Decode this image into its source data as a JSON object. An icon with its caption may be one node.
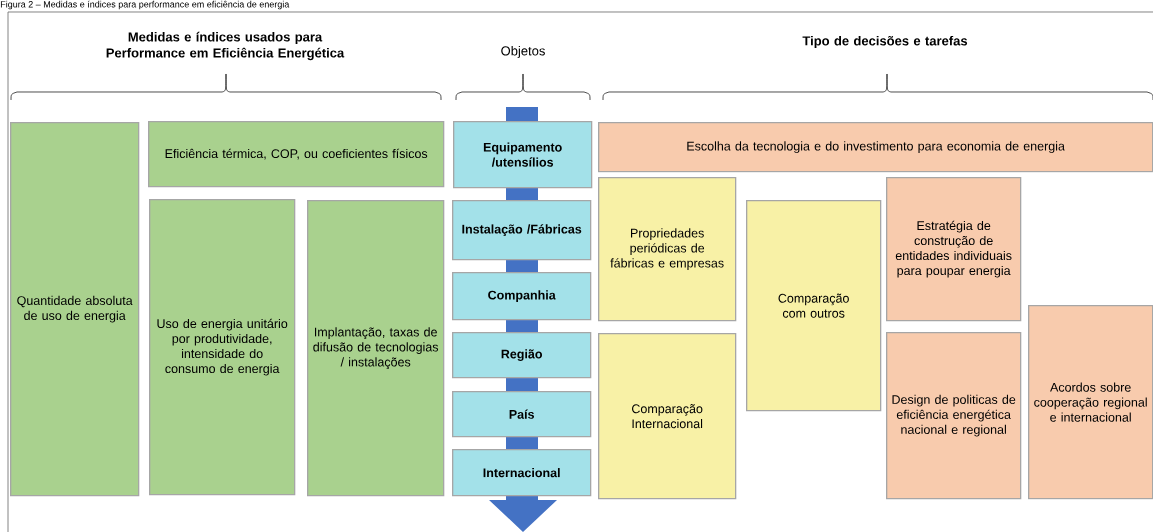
{
  "diagram": {
    "title": "Figura 2 – Medidas e índices para performance em eficiência de energia",
    "nodes": [
      {
        "text": [
          "Quantidade absoluta de uso de energia"
        ]
      },
      {
        "text": [
          "Eficiência térmica, COP, ou coeficientes físicos"
        ]
      },
      {
        "text": [
          "Uso de energia unitário por produtividade, intensidade do consumo de energia"
        ]
      },
      {
        "text": [
          "Implantação, taxas de difusão de tecnologias / instalações"
        ]
      },
      {
        "text": [
          "Equipamento /utensílios"
        ]
      },
      {
        "text": [
          "Instalação /Fábricas"
        ]
      },
      {
        "text": [
          "Companhia"
        ]
      },
      {
        "text": [
          "Região"
        ]
      },
      {
        "text": [
          "País"
        ]
      },
      {
        "text": [
          "Internacional"
        ]
      },
      {
        "text": [
          "Escolha da tecnologia e do investimento para economia de energia"
        ]
      },
      {
        "text": [
          "Propriedades periódicas de fábricas e empresas"
        ]
      },
      {
        "text": [
          "Comparação com outros"
        ]
      },
      {
        "text": [
          "Estratégia de construção de entidades individuais para poupar energia"
        ]
      },
      {
        "text": [
          "Comparação Internacional"
        ]
      },
      {
        "text": [
          "Design de politicas de eficiência energética nacional e regional"
        ]
      },
      {
        "text": [
          "Acordos sobre cooperação regional e internacional"
        ]
      }
    ],
    "labels": [
      "Medidas e índices usados para Performance em Eficiência Energética",
      "Objetos",
      "Tipo de decisões e tarefas"
    ]
  }
}
